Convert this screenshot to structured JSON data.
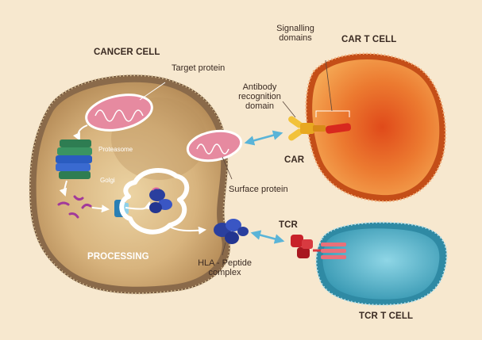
{
  "labels": {
    "cancer_cell": "CANCER CELL",
    "car_t_cell": "CAR T CELL",
    "tcr_t_cell": "TCR T CELL",
    "target_protein": "Target protein",
    "signalling_line1": "Signalling",
    "signalling_line2": "domains",
    "antibody_line1": "Antibody",
    "antibody_line2": "recognition",
    "antibody_line3": "domain",
    "car": "CAR",
    "tcr": "TCR",
    "proteasome": "Proteasome",
    "golgi": "Golgi",
    "surface_protein": "Surface protein",
    "processing": "PROCESSING",
    "hla_line1": "HLA - Peptide",
    "hla_line2": "complex"
  },
  "colors": {
    "background": "#f7e8cf",
    "cancer_membrane": "#8a6a4a",
    "cancer_cytoplasm": "#d6b27c",
    "car_t_cytoplasm": "#e8742a",
    "tcr_t_cytoplasm": "#5fb4c8",
    "protein_pink": "#e68aa0",
    "proteasome_green": "#2e7d52",
    "proteasome_blue": "#2a5cc0",
    "hla_blue": "#2a3f9e",
    "receptor_red": "#c8222a",
    "arrow_blue": "#5ab4d8"
  }
}
